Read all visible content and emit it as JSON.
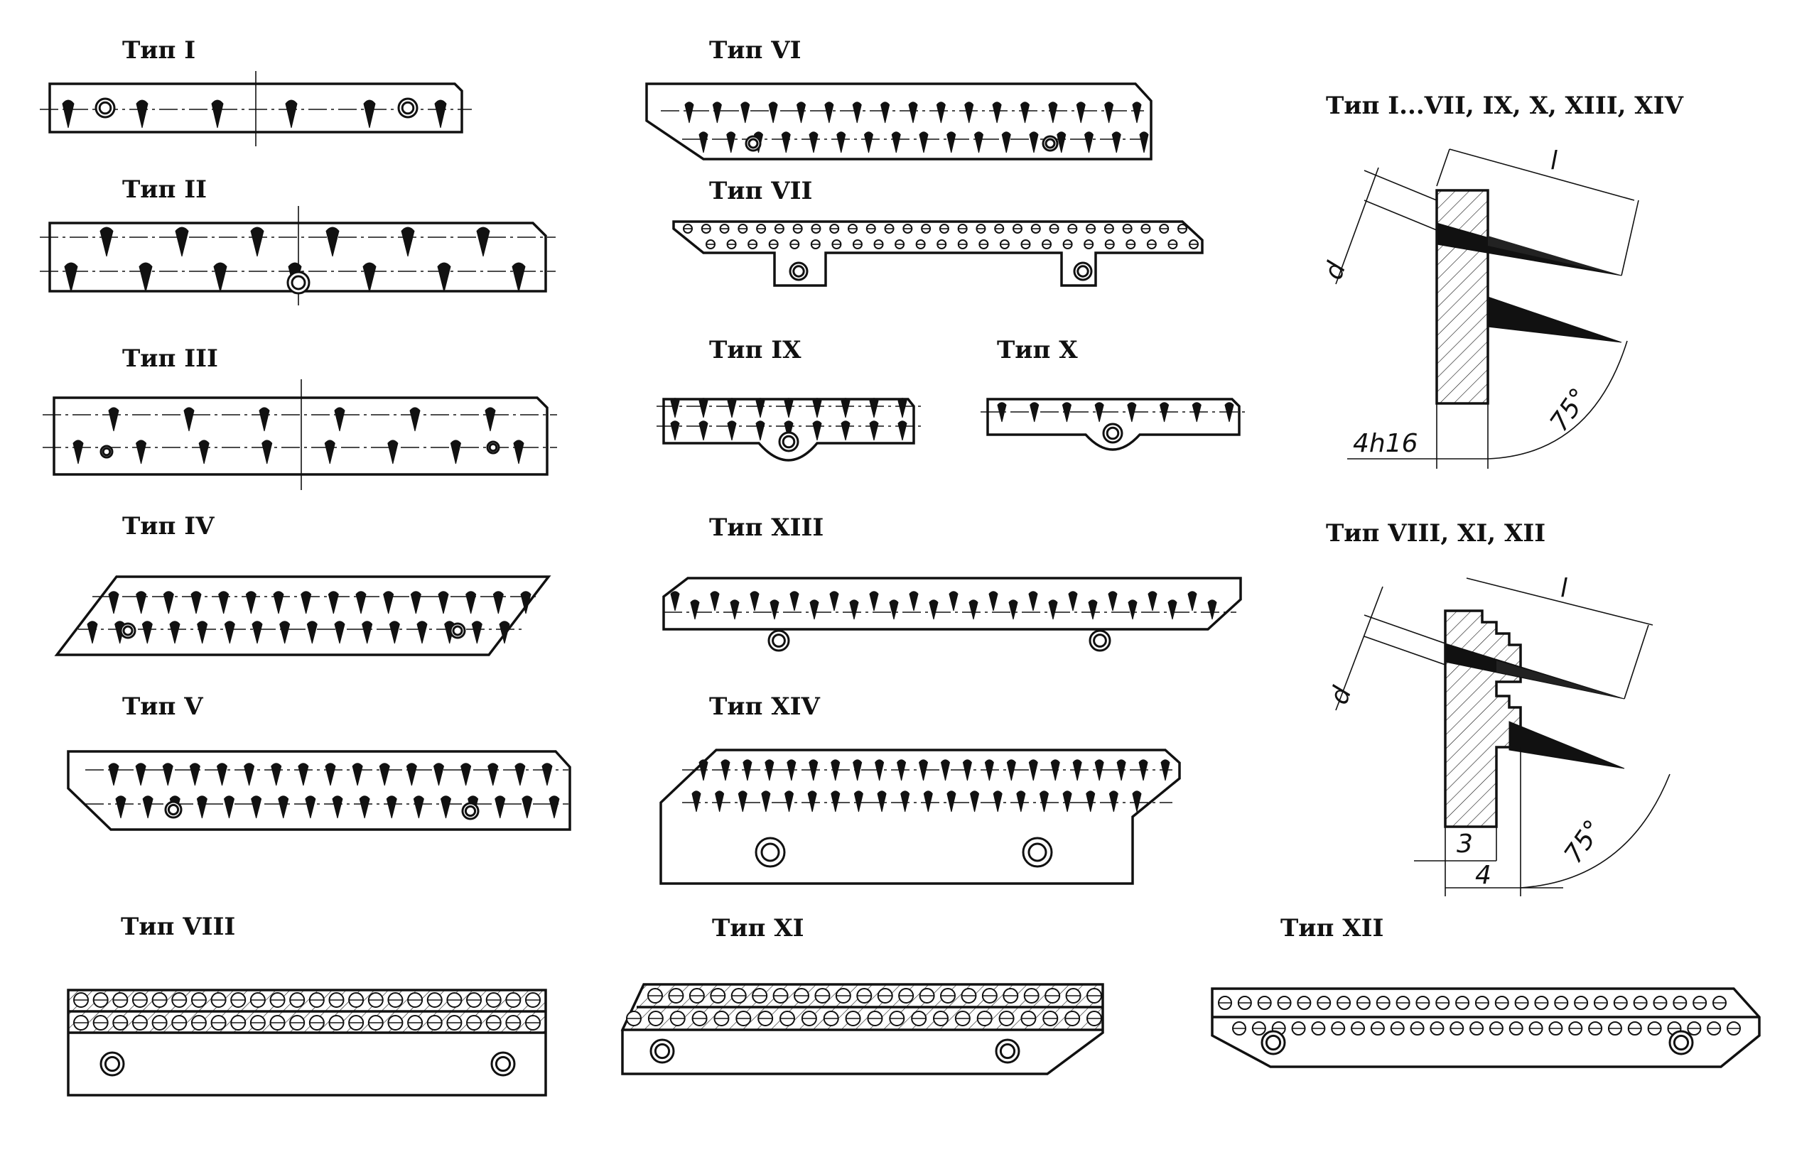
{
  "labels": {
    "t1": "Тип I",
    "t2": "Тип II",
    "t3": "Тип III",
    "t4": "Тип IV",
    "t5": "Тип V",
    "t6": "Тип VI",
    "t7": "Тип VII",
    "t8": "Тип VIII",
    "t9": "Тип IX",
    "t10": "Тип X",
    "t11": "Тип XI",
    "t12": "Тип XII",
    "t13": "Тип XIII",
    "t14": "Тип XIV"
  },
  "detail_top": {
    "title": "Тип I...VII, IX, X, XIII, XIV",
    "length": "l",
    "diameter": "d",
    "thickness": "4h16",
    "angle": "75°"
  },
  "detail_bottom": {
    "title": "Тип VIII, XI, XII",
    "length": "l",
    "diameter": "d",
    "step": "3",
    "thickness": "4",
    "angle": "75°"
  }
}
